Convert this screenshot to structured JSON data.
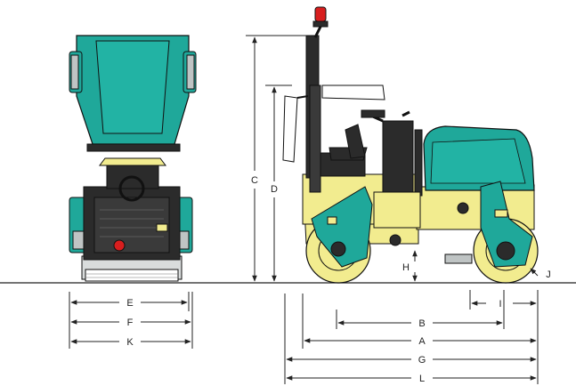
{
  "colors": {
    "teal": "#1fa89a",
    "teal_dark": "#13786f",
    "yellow": "#f2ec8f",
    "dark": "#2b2b2b",
    "grey": "#bfc4c4",
    "red": "#d81e1e"
  },
  "labels": {
    "A": "A",
    "B": "B",
    "C": "C",
    "D": "D",
    "E": "E",
    "F": "F",
    "G": "G",
    "H": "H",
    "I": "I",
    "J": "J",
    "K": "K",
    "L": "L"
  }
}
